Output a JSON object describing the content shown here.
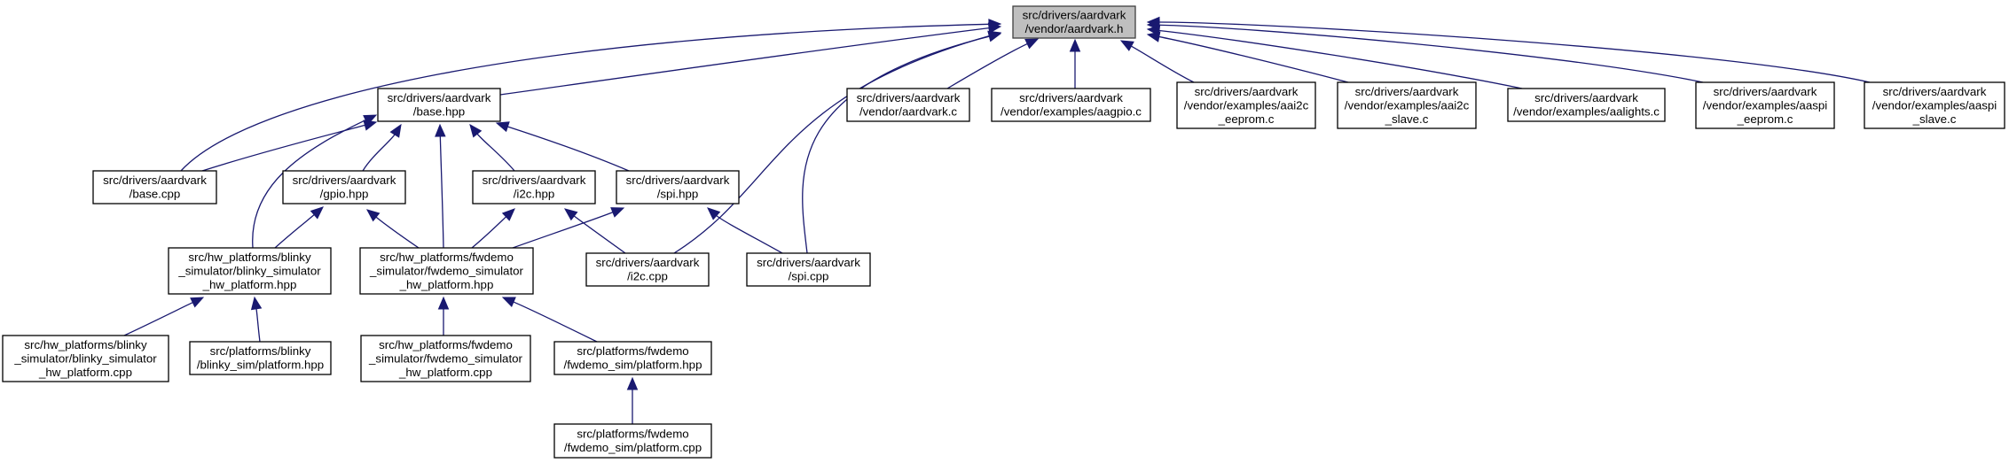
{
  "diagram": {
    "title": "Include dependency graph for src/drivers/aardvark/vendor/aardvark.h",
    "colors": {
      "edge": "#191970",
      "root_fill": "#bfbfbf",
      "node_fill": "#ffffff",
      "border": "#000000"
    },
    "nodes": [
      {
        "id": "aardvark_h",
        "lines": [
          "src/drivers/aardvark",
          "/vendor/aardvark.h"
        ],
        "root": true
      },
      {
        "id": "base_hpp",
        "lines": [
          "src/drivers/aardvark",
          "/base.hpp"
        ]
      },
      {
        "id": "base_cpp",
        "lines": [
          "src/drivers/aardvark",
          "/base.cpp"
        ]
      },
      {
        "id": "gpio_hpp",
        "lines": [
          "src/drivers/aardvark",
          "/gpio.hpp"
        ]
      },
      {
        "id": "i2c_hpp",
        "lines": [
          "src/drivers/aardvark",
          "/i2c.hpp"
        ]
      },
      {
        "id": "spi_hpp",
        "lines": [
          "src/drivers/aardvark",
          "/spi.hpp"
        ]
      },
      {
        "id": "blinky_hw_hpp",
        "lines": [
          "src/hw_platforms/blinky",
          "_simulator/blinky_simulator",
          "_hw_platform.hpp"
        ]
      },
      {
        "id": "fwdemo_hw_hpp",
        "lines": [
          "src/hw_platforms/fwdemo",
          "_simulator/fwdemo_simulator",
          "_hw_platform.hpp"
        ]
      },
      {
        "id": "i2c_cpp",
        "lines": [
          "src/drivers/aardvark",
          "/i2c.cpp"
        ]
      },
      {
        "id": "spi_cpp",
        "lines": [
          "src/drivers/aardvark",
          "/spi.cpp"
        ]
      },
      {
        "id": "blinky_hw_cpp",
        "lines": [
          "src/hw_platforms/blinky",
          "_simulator/blinky_simulator",
          "_hw_platform.cpp"
        ]
      },
      {
        "id": "blinky_platform_hpp",
        "lines": [
          "src/platforms/blinky",
          "/blinky_sim/platform.hpp"
        ]
      },
      {
        "id": "fwdemo_hw_cpp",
        "lines": [
          "src/hw_platforms/fwdemo",
          "_simulator/fwdemo_simulator",
          "_hw_platform.cpp"
        ]
      },
      {
        "id": "fwdemo_platform_hpp",
        "lines": [
          "src/platforms/fwdemo",
          "/fwdemo_sim/platform.hpp"
        ]
      },
      {
        "id": "fwdemo_platform_cpp",
        "lines": [
          "src/platforms/fwdemo",
          "/fwdemo_sim/platform.cpp"
        ]
      },
      {
        "id": "vendor_aardvark_c",
        "lines": [
          "src/drivers/aardvark",
          "/vendor/aardvark.c"
        ]
      },
      {
        "id": "aagpio_c",
        "lines": [
          "src/drivers/aardvark",
          "/vendor/examples/aagpio.c"
        ]
      },
      {
        "id": "aai2c_eeprom_c",
        "lines": [
          "src/drivers/aardvark",
          "/vendor/examples/aai2c",
          "_eeprom.c"
        ]
      },
      {
        "id": "aai2c_slave_c",
        "lines": [
          "src/drivers/aardvark",
          "/vendor/examples/aai2c",
          "_slave.c"
        ]
      },
      {
        "id": "aalights_c",
        "lines": [
          "src/drivers/aardvark",
          "/vendor/examples/aalights.c"
        ]
      },
      {
        "id": "aaspi_eeprom_c",
        "lines": [
          "src/drivers/aardvark",
          "/vendor/examples/aaspi",
          "_eeprom.c"
        ]
      },
      {
        "id": "aaspi_slave_c",
        "lines": [
          "src/drivers/aardvark",
          "/vendor/examples/aaspi",
          "_slave.c"
        ]
      }
    ],
    "edges": [
      {
        "from": "base_hpp",
        "to": "aardvark_h"
      },
      {
        "from": "base_cpp",
        "to": "aardvark_h"
      },
      {
        "from": "i2c_cpp",
        "to": "aardvark_h"
      },
      {
        "from": "spi_cpp",
        "to": "aardvark_h"
      },
      {
        "from": "vendor_aardvark_c",
        "to": "aardvark_h"
      },
      {
        "from": "aagpio_c",
        "to": "aardvark_h"
      },
      {
        "from": "aai2c_eeprom_c",
        "to": "aardvark_h"
      },
      {
        "from": "aai2c_slave_c",
        "to": "aardvark_h"
      },
      {
        "from": "aalights_c",
        "to": "aardvark_h"
      },
      {
        "from": "aaspi_eeprom_c",
        "to": "aardvark_h"
      },
      {
        "from": "aaspi_slave_c",
        "to": "aardvark_h"
      },
      {
        "from": "base_cpp",
        "to": "base_hpp"
      },
      {
        "from": "blinky_hw_hpp",
        "to": "base_hpp"
      },
      {
        "from": "gpio_hpp",
        "to": "base_hpp"
      },
      {
        "from": "fwdemo_hw_hpp",
        "to": "base_hpp"
      },
      {
        "from": "i2c_hpp",
        "to": "base_hpp"
      },
      {
        "from": "spi_hpp",
        "to": "base_hpp"
      },
      {
        "from": "blinky_hw_hpp",
        "to": "gpio_hpp"
      },
      {
        "from": "fwdemo_hw_hpp",
        "to": "gpio_hpp"
      },
      {
        "from": "fwdemo_hw_hpp",
        "to": "i2c_hpp"
      },
      {
        "from": "i2c_cpp",
        "to": "i2c_hpp"
      },
      {
        "from": "fwdemo_hw_hpp",
        "to": "spi_hpp"
      },
      {
        "from": "spi_cpp",
        "to": "spi_hpp"
      },
      {
        "from": "blinky_hw_cpp",
        "to": "blinky_hw_hpp"
      },
      {
        "from": "blinky_platform_hpp",
        "to": "blinky_hw_hpp"
      },
      {
        "from": "fwdemo_hw_cpp",
        "to": "fwdemo_hw_hpp"
      },
      {
        "from": "fwdemo_platform_hpp",
        "to": "fwdemo_hw_hpp"
      },
      {
        "from": "fwdemo_platform_cpp",
        "to": "fwdemo_platform_hpp"
      }
    ]
  }
}
